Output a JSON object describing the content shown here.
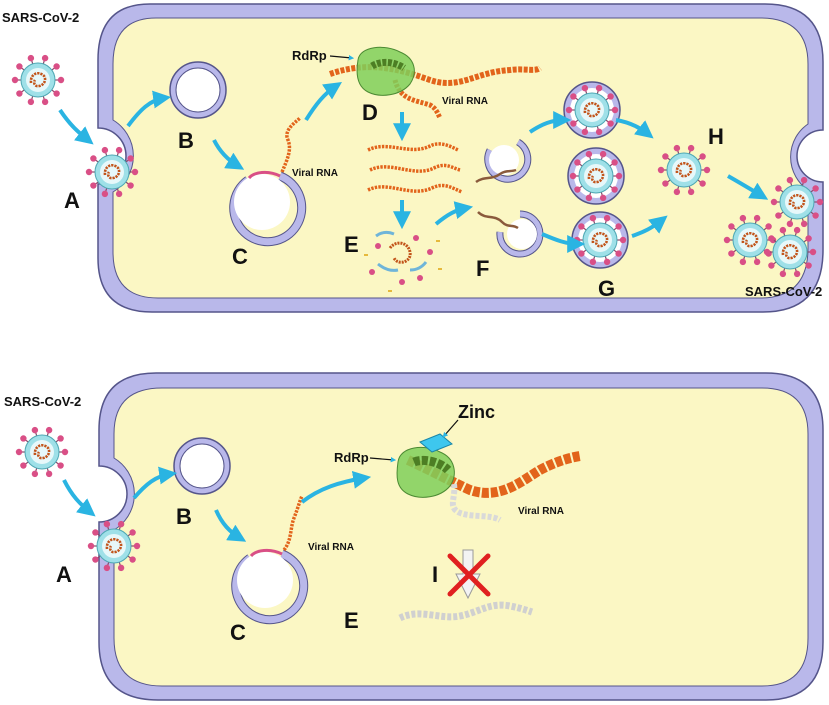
{
  "colors": {
    "cell_fill": "#fbf7c4",
    "membrane": "#b9b8ea",
    "membrane_stroke": "#55558a",
    "arrow": "#2ab4e2",
    "rna": "#e2641b",
    "rdrp": "#7fcf5a",
    "zinc": "#3ec7ee",
    "spike": "#d94f86",
    "inhibit": "#e02020"
  },
  "top_panel": {
    "virus_in_label": "SARS-CoV-2",
    "virus_out_label": "SARS-CoV-2",
    "rdrp_label": "RdRp",
    "viral_rna_label_c": "Viral RNA",
    "viral_rna_label_d": "Viral RNA",
    "step_a": "A",
    "step_b": "B",
    "step_c": "C",
    "step_d": "D",
    "step_e": "E",
    "step_f": "F",
    "step_g": "G",
    "step_h": "H"
  },
  "bottom_panel": {
    "virus_in_label": "SARS-CoV-2",
    "zinc_label": "Zinc",
    "rdrp_label": "RdRp",
    "viral_rna_label_c": "Viral RNA",
    "viral_rna_label_d": "Viral RNA",
    "step_a": "A",
    "step_b": "B",
    "step_c": "C",
    "step_i": "I",
    "step_e": "E"
  },
  "icons": {
    "virus": "sars-cov-2-virion-icon",
    "vesicle": "endosome-vesicle-icon",
    "polymerase": "rdrp-enzyme-icon",
    "zinc": "zinc-ion-icon",
    "inhibit": "inhibition-cross-icon"
  }
}
